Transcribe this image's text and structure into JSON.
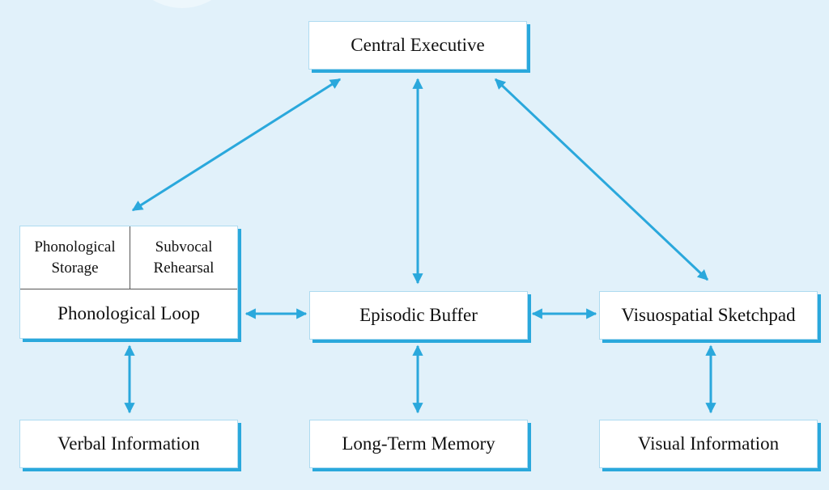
{
  "diagram": {
    "title": "",
    "nodes": {
      "central_executive": "Central Executive",
      "phonological_storage": "Phonological\nStorage",
      "subvocal_rehearsal": "Subvocal\nRehearsal",
      "phonological_loop": "Phonological Loop",
      "episodic_buffer": "Episodic Buffer",
      "visuospatial_sketchpad": "Visuospatial Sketchpad",
      "verbal_information": "Verbal Information",
      "long_term_memory": "Long-Term Memory",
      "visual_information": "Visual Information"
    },
    "edges": [
      {
        "from": "Central Executive",
        "to": "Phonological Loop",
        "type": "bidirectional"
      },
      {
        "from": "Central Executive",
        "to": "Episodic Buffer",
        "type": "bidirectional"
      },
      {
        "from": "Central Executive",
        "to": "Visuospatial Sketchpad",
        "type": "bidirectional"
      },
      {
        "from": "Phonological Loop",
        "to": "Episodic Buffer",
        "type": "bidirectional"
      },
      {
        "from": "Episodic Buffer",
        "to": "Visuospatial Sketchpad",
        "type": "bidirectional"
      },
      {
        "from": "Phonological Loop",
        "to": "Verbal Information",
        "type": "bidirectional"
      },
      {
        "from": "Episodic Buffer",
        "to": "Long-Term Memory",
        "type": "bidirectional"
      },
      {
        "from": "Visuospatial Sketchpad",
        "to": "Visual Information",
        "type": "bidirectional"
      }
    ],
    "colors": {
      "background": "#e1f1fa",
      "arrow": "#2aa8dc",
      "box_fill": "#ffffff",
      "box_shadow": "#2aa8dc"
    }
  }
}
